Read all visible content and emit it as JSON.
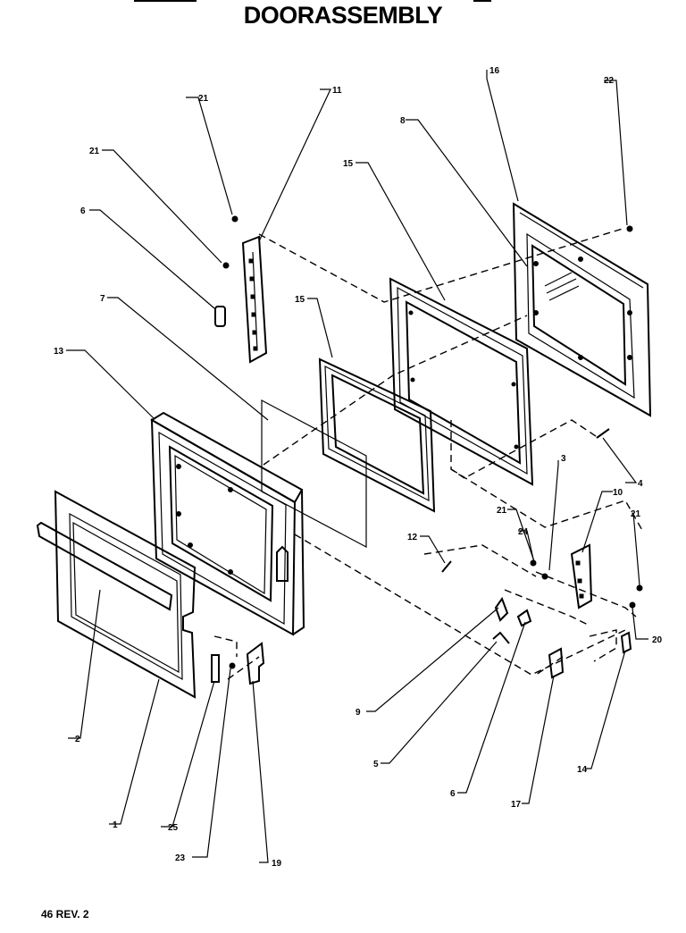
{
  "title": "DOORASSEMBLY",
  "footer": "46 REV. 2",
  "callouts": {
    "c1": "1",
    "c2": "2",
    "c3": "3",
    "c4": "4",
    "c5": "5",
    "c6a": "6",
    "c6b": "6",
    "c7": "7",
    "c8": "8",
    "c9": "9",
    "c10": "10",
    "c11": "11",
    "c12": "12",
    "c13": "13",
    "c14": "14",
    "c15a": "15",
    "c15b": "15",
    "c16": "16",
    "c17": "17",
    "c19": "19",
    "c20": "20",
    "c21a": "21",
    "c21b": "21",
    "c21c": "21",
    "c21d": "21",
    "c22": "22",
    "c23": "23",
    "c24": "24",
    "c25": "25"
  }
}
